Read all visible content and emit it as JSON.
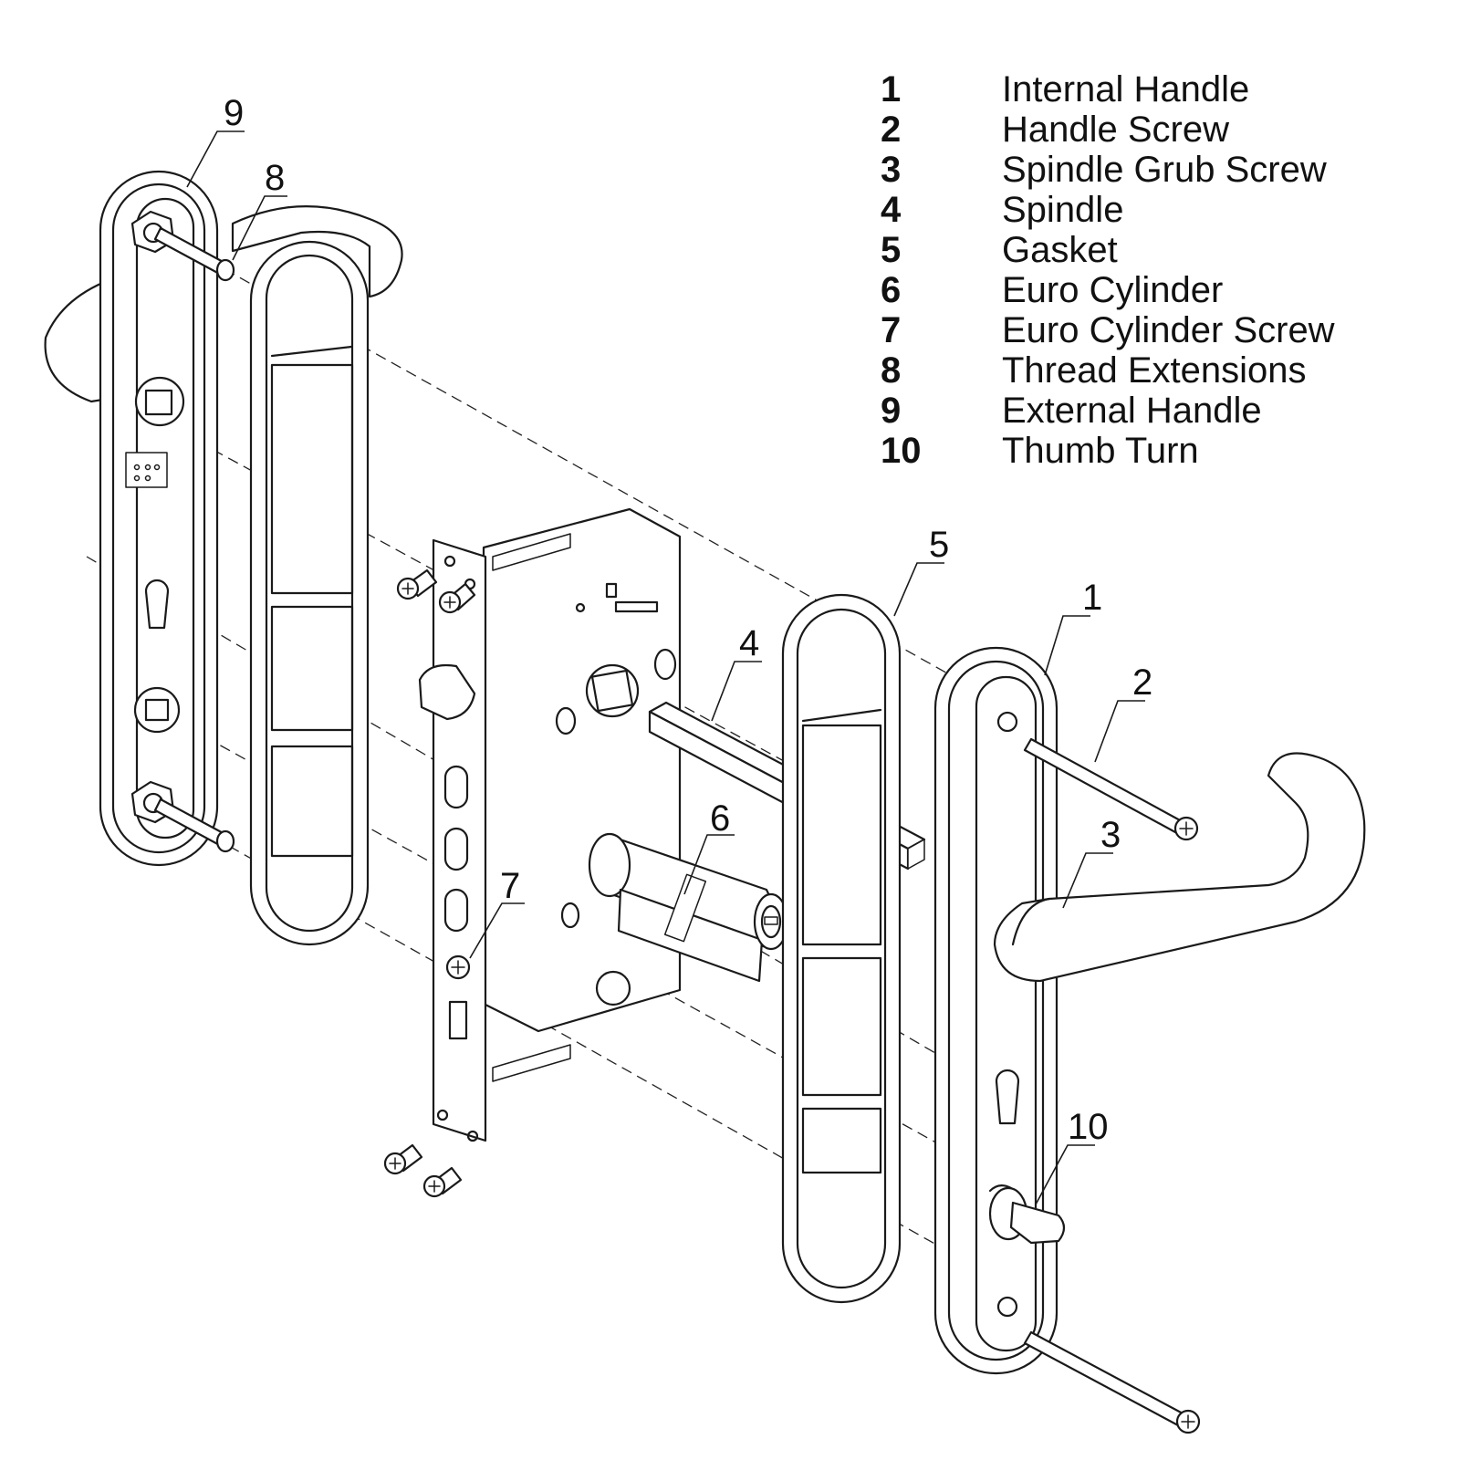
{
  "legend": {
    "items": [
      {
        "number": "1",
        "label": "Internal Handle"
      },
      {
        "number": "2",
        "label": "Handle Screw"
      },
      {
        "number": "3",
        "label": "Spindle Grub Screw"
      },
      {
        "number": "4",
        "label": "Spindle"
      },
      {
        "number": "5",
        "label": "Gasket"
      },
      {
        "number": "6",
        "label": "Euro Cylinder"
      },
      {
        "number": "7",
        "label": "Euro Cylinder Screw"
      },
      {
        "number": "8",
        "label": "Thread Extensions"
      },
      {
        "number": "9",
        "label": "External Handle"
      },
      {
        "number": "10",
        "label": "Thumb Turn"
      }
    ]
  },
  "callouts": {
    "c1": "1",
    "c2": "2",
    "c3": "3",
    "c4": "4",
    "c5": "5",
    "c6": "6",
    "c7": "7",
    "c8": "8",
    "c9": "9",
    "c10": "10"
  }
}
